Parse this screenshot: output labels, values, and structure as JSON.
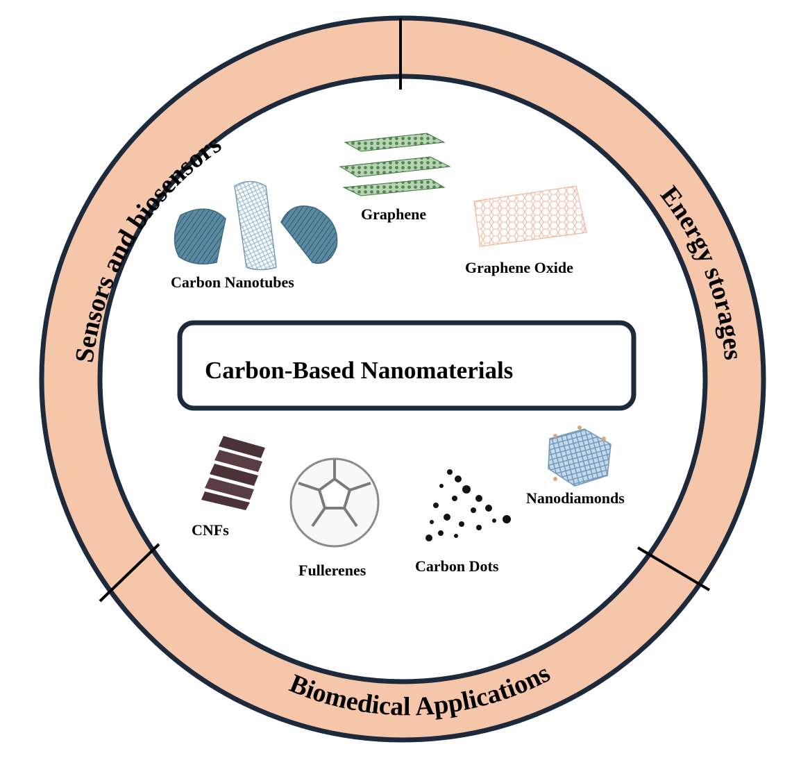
{
  "title": "Carbon-Based Nanomaterials",
  "ring_segments": [
    {
      "id": "sensors",
      "label": "Sensors and biosensors"
    },
    {
      "id": "energy",
      "label": "Energy storages"
    },
    {
      "id": "biomedical",
      "label": "Biomedical Applications"
    }
  ],
  "materials": {
    "carbon_nanotubes": "Carbon Nanotubes",
    "graphene": "Graphene",
    "graphene_oxide": "Graphene Oxide",
    "cnfs": "CNFs",
    "fullerenes": "Fullerenes",
    "carbon_dots": "Carbon Dots",
    "nanodiamonds": "Nanodiamonds"
  },
  "colors": {
    "ring_fill": "#f6c6ab",
    "ring_stroke": "#1c2a3c",
    "title_box_stroke": "#1c2a3c",
    "nanotube": "#4b7c96",
    "graphene": "#4f8a4f",
    "graphene_oxide": "#f0b59a",
    "cnf": "#4a3238",
    "nanodiamond": "#7fa7c9"
  }
}
